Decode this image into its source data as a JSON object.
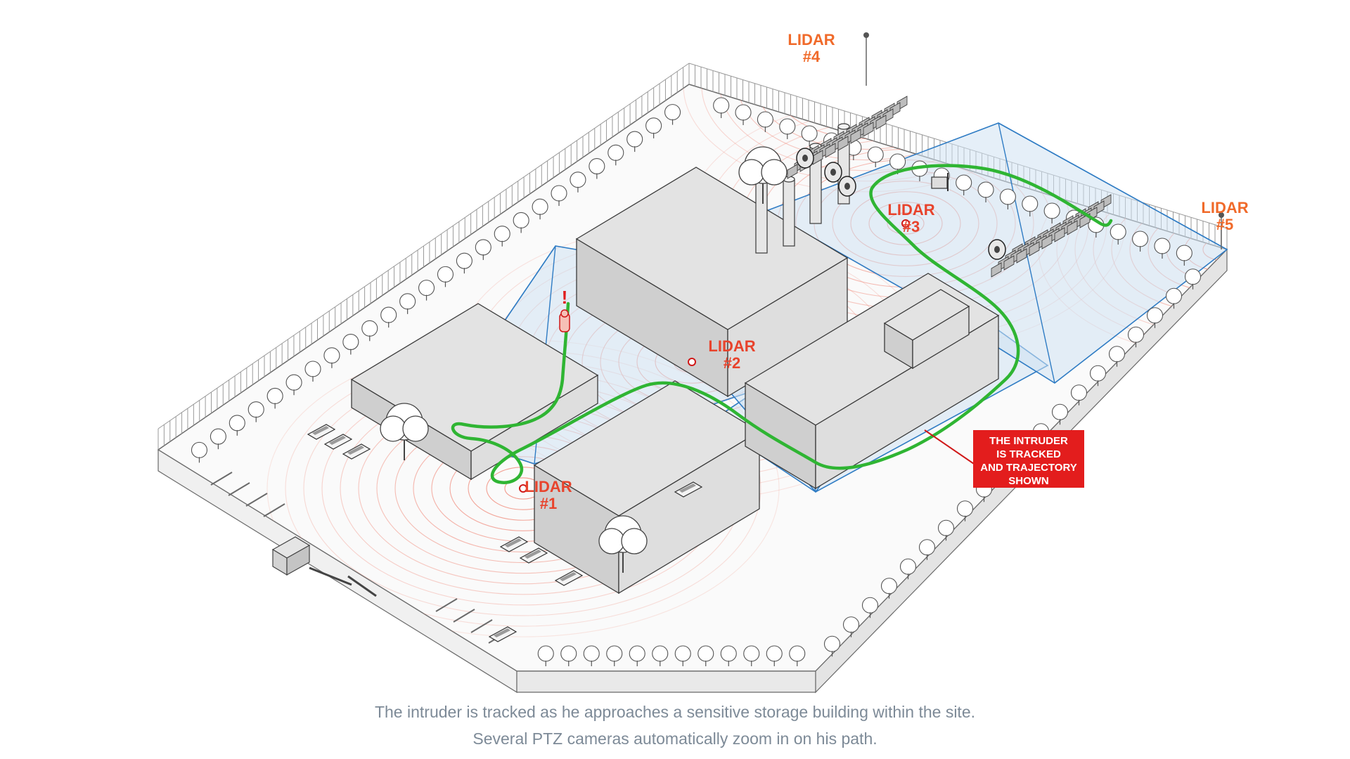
{
  "colors": {
    "lidar_ring": "#f19486",
    "lidar_label": "#e8432c",
    "lidar_label_outer": "#f06a2a",
    "coverage_fill": "#cfe2f3",
    "coverage_stroke": "#2f7cc4",
    "trajectory": "#2fb533",
    "callout_bg": "#e31d1d",
    "building_top": "#e3e3e3",
    "building_side": "#cfcfcf",
    "outline": "#3a3a3a"
  },
  "lidars": [
    {
      "id": "1",
      "line1": "LIDAR",
      "line2": "#1"
    },
    {
      "id": "2",
      "line1": "LIDAR",
      "line2": "#2"
    },
    {
      "id": "3",
      "line1": "LIDAR",
      "line2": "#3"
    },
    {
      "id": "4",
      "line1": "LIDAR",
      "line2": "#4"
    },
    {
      "id": "5",
      "line1": "LIDAR",
      "line2": "#5"
    }
  ],
  "callout": {
    "lines": [
      "THE INTRUDER",
      "IS TRACKED",
      "AND TRAJECTORY",
      "SHOWN"
    ]
  },
  "intruder_marker": "!",
  "caption": {
    "line1": "The intruder is tracked as he approaches a sensitive storage building within the site.",
    "line2": "Several PTZ cameras automatically zoom in on his path."
  },
  "icons": [
    "lidar-sensor-icon",
    "tree-icon",
    "car-icon",
    "cable-reel-icon",
    "forklift-icon",
    "intruder-icon",
    "gatehouse-icon",
    "barrier-gate-icon"
  ]
}
